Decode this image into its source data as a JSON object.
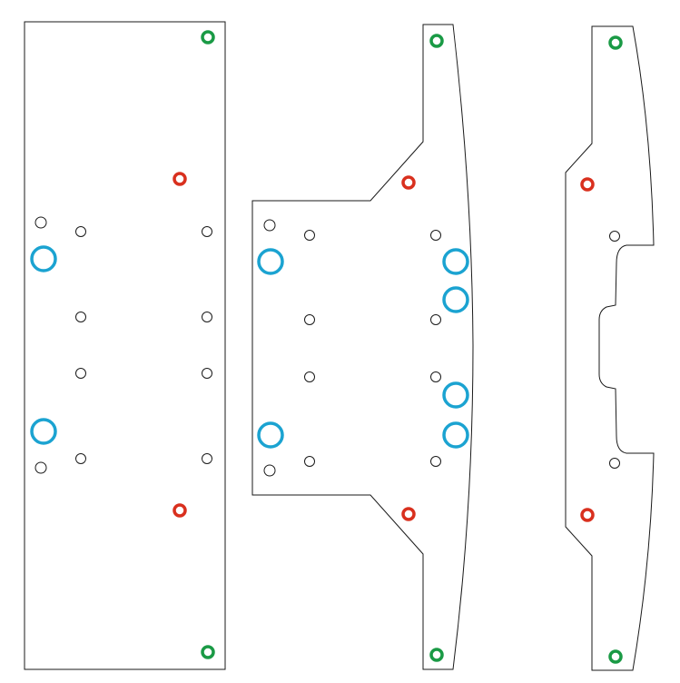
{
  "diagram": {
    "description_visible_text": "",
    "colors": {
      "outline": "#1a1a1a",
      "background": "#ffffff",
      "small_hole": "#1a1a1a",
      "large_hole": "#1ba3d1",
      "red_marker": "#d9301e",
      "green_marker": "#1a9a45"
    },
    "hole_types": [
      "small-hole",
      "large-blue-hole",
      "red-marker-hole",
      "green-marker-hole"
    ],
    "parts": [
      {
        "name": "plate-left",
        "shape": "rectangle"
      },
      {
        "name": "plate-middle",
        "shape": "flared-center"
      },
      {
        "name": "plate-right",
        "shape": "narrow-notched"
      }
    ]
  }
}
